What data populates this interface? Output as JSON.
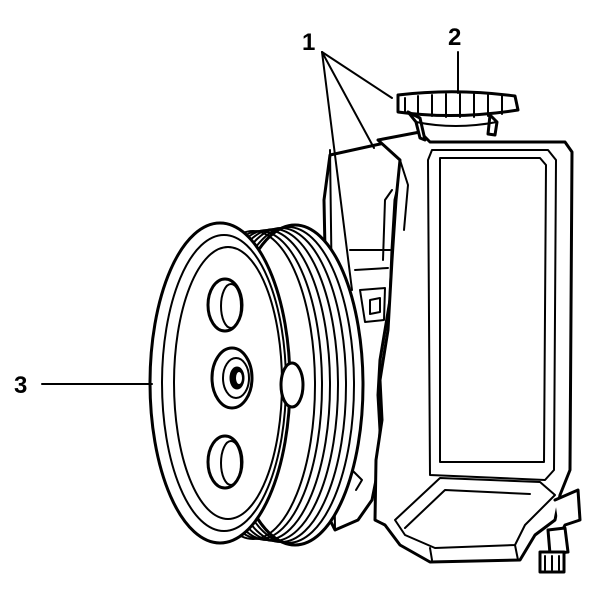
{
  "figure": {
    "callouts": [
      {
        "id": "1",
        "label": "1"
      },
      {
        "id": "2",
        "label": "2"
      },
      {
        "id": "3",
        "label": "3"
      }
    ],
    "colors": {
      "line": "#000000",
      "background": "#ffffff"
    }
  }
}
